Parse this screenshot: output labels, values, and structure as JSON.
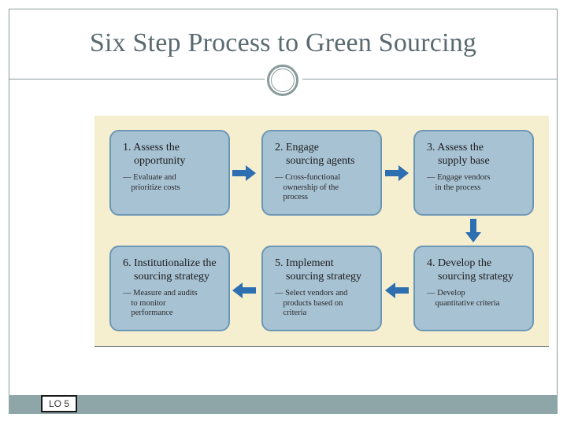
{
  "slide": {
    "title": "Six Step Process to Green Sourcing",
    "badge": "LO 5"
  },
  "steps": [
    {
      "title": "1. Assess the\n    opportunity",
      "desc": "— Evaluate and\n    prioritize costs"
    },
    {
      "title": "2. Engage\n    sourcing agents",
      "desc": "— Cross-functional\n    ownership of the\n    process"
    },
    {
      "title": "3. Assess the\n    supply base",
      "desc": "— Engage vendors\n    in the process"
    },
    {
      "title": "4. Develop the\n    sourcing strategy",
      "desc": "— Develop\n    quantitative criteria"
    },
    {
      "title": "5. Implement\n    sourcing strategy",
      "desc": "— Select vendors and\n    products based on\n    criteria"
    },
    {
      "title": "6. Institutionalize the\n    sourcing strategy",
      "desc": "— Measure and audits\n    to monitor\n    performance"
    }
  ],
  "colors": {
    "box_fill": "#a7c2d3",
    "box_border": "#6c97b6",
    "arrow": "#2d6fb0",
    "figure_bg": "#f6efcf",
    "footer": "#8fa6a8"
  },
  "arrows": [
    {
      "icon": "arrow-right-icon"
    },
    {
      "icon": "arrow-right-icon"
    },
    {
      "icon": "arrow-down-icon"
    },
    {
      "icon": "arrow-left-icon"
    },
    {
      "icon": "arrow-left-icon"
    }
  ]
}
